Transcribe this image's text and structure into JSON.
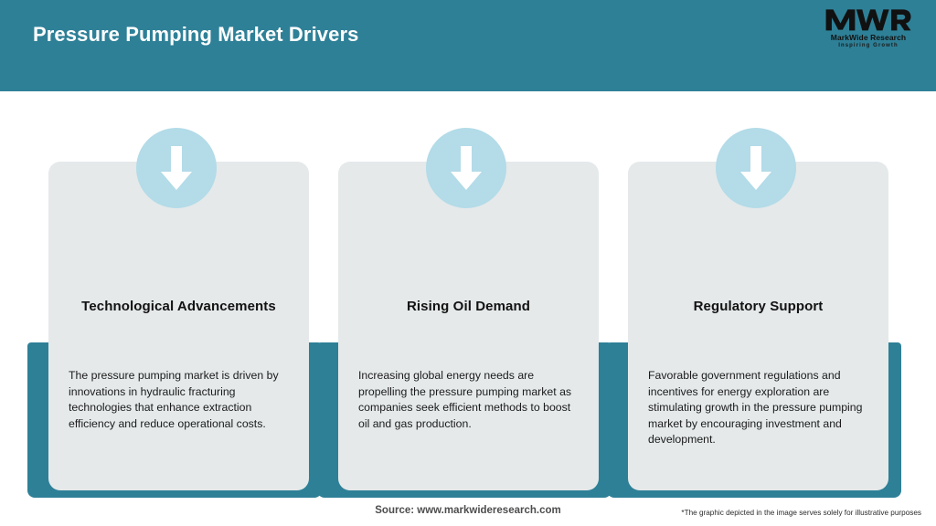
{
  "header": {
    "title": "Pressure Pumping Market Drivers",
    "background_color": "#2e8097",
    "title_color": "#ffffff",
    "logo": {
      "mark": "MWR",
      "name": "MarkWide Research",
      "tagline": "Inspiring Growth"
    }
  },
  "theme": {
    "accent_color": "#2e8097",
    "card_background": "#e5e9ea",
    "icon_circle_color": "#b3dbe8",
    "arrow_color": "#ffffff"
  },
  "cards": [
    {
      "icon": "arrow-down-icon",
      "title": "Technological Advancements",
      "body": "The pressure pumping market is driven by innovations in hydraulic fracturing technologies that enhance extraction efficiency and reduce operational costs."
    },
    {
      "icon": "arrow-down-icon",
      "title": "Rising Oil Demand",
      "body": "Increasing global energy needs are propelling the pressure pumping market as companies seek efficient methods to boost oil and gas production."
    },
    {
      "icon": "arrow-down-icon",
      "title": "Regulatory Support",
      "body": "Favorable government regulations and incentives for energy exploration are stimulating growth in the pressure pumping market by encouraging investment and development."
    }
  ],
  "footer": {
    "source": "Source: www.markwideresearch.com",
    "disclaimer": "*The graphic depicted in the image serves solely for illustrative purposes"
  }
}
